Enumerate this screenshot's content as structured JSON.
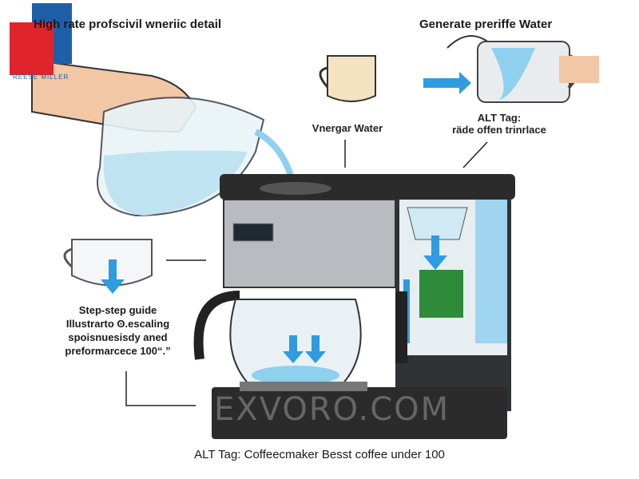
{
  "logo": {
    "text": "REESE MILLER",
    "colors": {
      "red": "#e0242c",
      "blue": "#1f5fa8"
    }
  },
  "header": {
    "left_title": "High rate profscivil wneriic detail",
    "right_title": "Generate preriffe Water"
  },
  "labels": {
    "vinegar": "Vnergar Water",
    "alt_tag_top": "ALT Tag:",
    "alt_tag_top_text": "räde offen trinrlace",
    "guide_lines": [
      "Step-step guide",
      "Illustrarto ʘ.escaling",
      "spoisnuesisdy aned",
      "preformarcece 100“.”"
    ],
    "watermark": "EXVORO.COM",
    "bottom_caption": "ALT Tag: Coffeecmaker Besst coffee under 100"
  },
  "colors": {
    "water": "#7fc8ea",
    "arrow": "#2f9be0",
    "machine": "#2b2b2b",
    "steel": "#b8bcc0",
    "circuit": "#2e8b3a"
  }
}
